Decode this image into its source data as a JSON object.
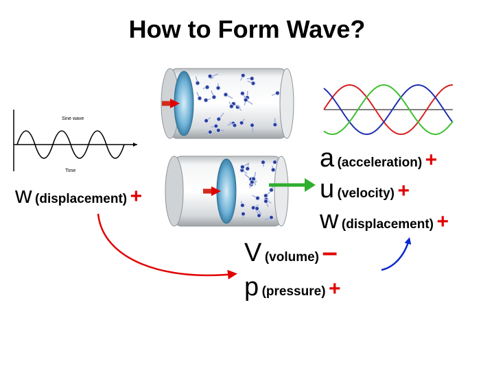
{
  "title": "How to Form Wave?",
  "sine_panel": {
    "label": "Sine wave",
    "axis": "Time"
  },
  "left_term": {
    "symbol": "w",
    "desc": "(displacement)",
    "sign": "+"
  },
  "right_terms": [
    {
      "symbol": "a",
      "desc": "(acceleration)",
      "sign": "+"
    },
    {
      "symbol": "u",
      "desc": "(velocity)",
      "sign": "+"
    },
    {
      "symbol": "w",
      "desc": "(displacement)",
      "sign": "+"
    }
  ],
  "bottom_terms": [
    {
      "symbol": "V",
      "desc": "(volume)",
      "sign": "–"
    },
    {
      "symbol": "p",
      "desc": "(pressure)",
      "sign": "+"
    }
  ],
  "colors": {
    "arrow_red": "#e10000",
    "arrow_blue": "#0a2ad0",
    "wave_red": "#d62020",
    "wave_blue": "#1e2fb0",
    "wave_green": "#3fbf2f",
    "particle": "#2a3f9a"
  }
}
